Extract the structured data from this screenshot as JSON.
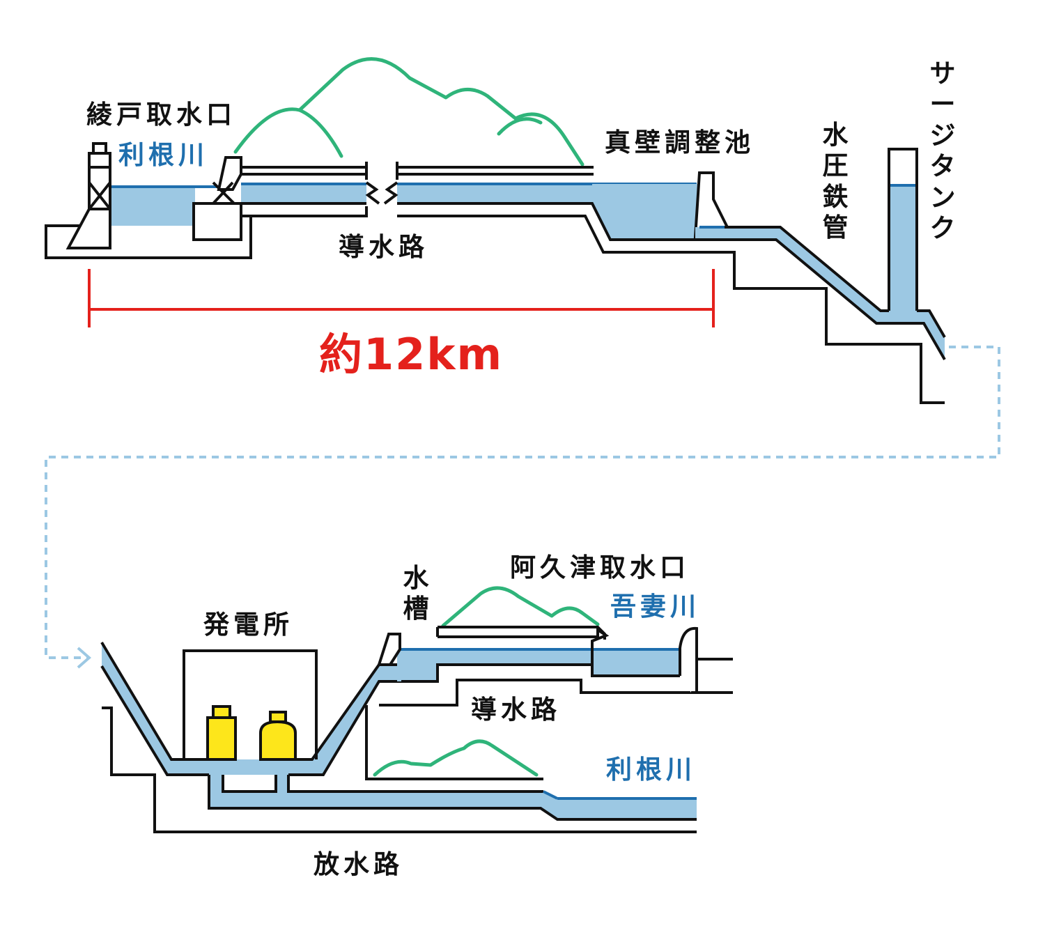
{
  "labels": {
    "ayado_intake": "綾戸取水口",
    "tone_river_top": "利根川",
    "headrace_top": "導水路",
    "maakabe_pond": "真壁調整池",
    "penstock": "水圧鉄管",
    "surge_tank": "サージタンク",
    "distance": "約12km",
    "power_station": "発電所",
    "water_tank": "水槽",
    "akutsu_intake": "阿久津取水口",
    "agatsuma_river": "吾妻川",
    "headrace_bottom": "導水路",
    "tone_river_bottom": "利根川",
    "tailrace": "放水路"
  },
  "colors": {
    "water": "#9cc8e3",
    "water_line": "#1f6fae",
    "outline": "#111111",
    "mountain": "#2fb47a",
    "distance": "#e4211c",
    "turbine": "#fde61b",
    "connector": "#9cc8e3"
  }
}
